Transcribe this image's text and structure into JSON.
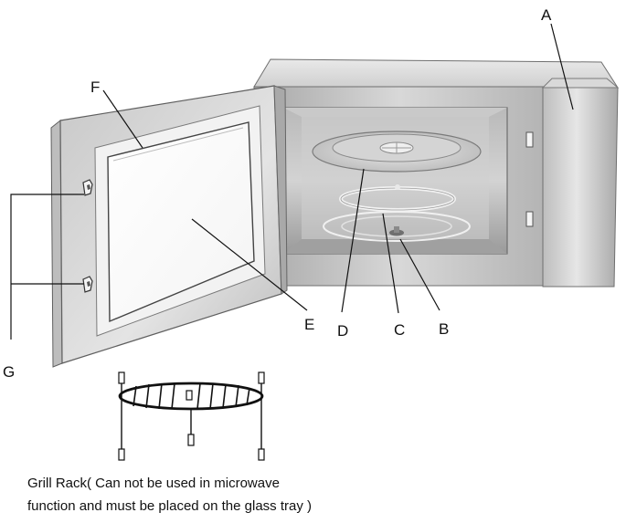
{
  "labels": {
    "a": "A",
    "b": "B",
    "c": "C",
    "d": "D",
    "e": "E",
    "f": "F",
    "g": "G"
  },
  "caption": {
    "line1": "Grill Rack( Can not be used in microwave",
    "line2": "function and must be placed on the glass tray )"
  }
}
